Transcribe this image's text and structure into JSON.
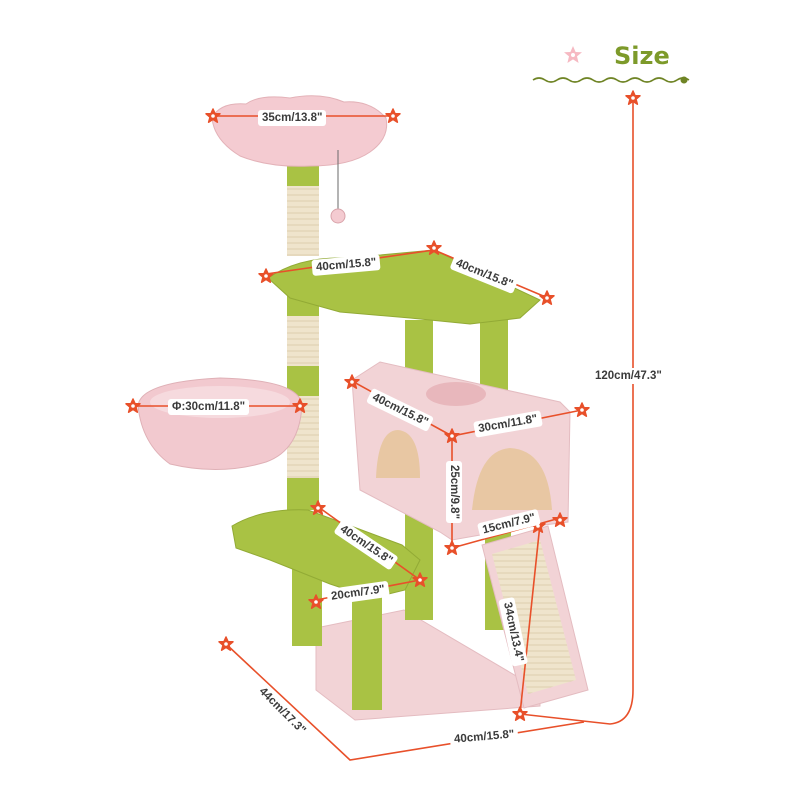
{
  "header": {
    "title": "Size"
  },
  "dimensions": {
    "top_perch": "35cm/13.8\"",
    "platform_left": "40cm/15.8\"",
    "platform_right": "40cm/15.8\"",
    "basket": "Φ:30cm/11.8\"",
    "condo_depth": "40cm/15.8\"",
    "condo_width": "30cm/11.8\"",
    "condo_height": "25cm/9.8\"",
    "condo_opening": "15cm/7.9\"",
    "low_platform_length": "40cm/15.8\"",
    "low_platform_width": "20cm/7.9\"",
    "ramp": "34cm/13.4\"",
    "base_depth": "44cm/17.3\"",
    "base_width": "40cm/15.8\"",
    "total_height": "120cm/47.3\""
  },
  "colors": {
    "accent": "#e8502a",
    "title": "#7d9a2a",
    "green": "#a9c244",
    "pink": "#f1c9cf",
    "sisal": "#efe4cc"
  },
  "icons": [
    "flower-icon",
    "star-marker-icon"
  ]
}
